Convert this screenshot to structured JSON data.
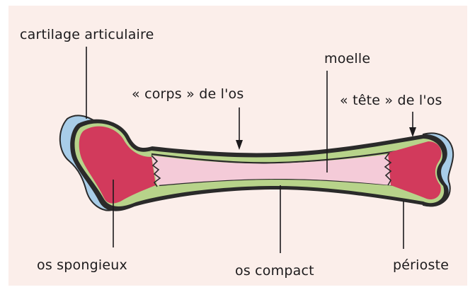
{
  "diagram": {
    "labels": {
      "cartilage_articulaire": "cartilage articulaire",
      "corps_de_los": "« corps » de l'os",
      "moelle": "moelle",
      "tete_de_los": "« tête » de l'os",
      "os_spongieux": "os spongieux",
      "os_compact": "os compact",
      "perioste": "périoste"
    },
    "colors": {
      "background": "#fbeeea",
      "cartilage": "#a8cde8",
      "spongy_bone": "#d23a5c",
      "compact_bone": "#b7d38a",
      "marrow": "#f4cbd8",
      "periosteum": "#2a2a2a",
      "line": "#1c1a1c"
    }
  }
}
